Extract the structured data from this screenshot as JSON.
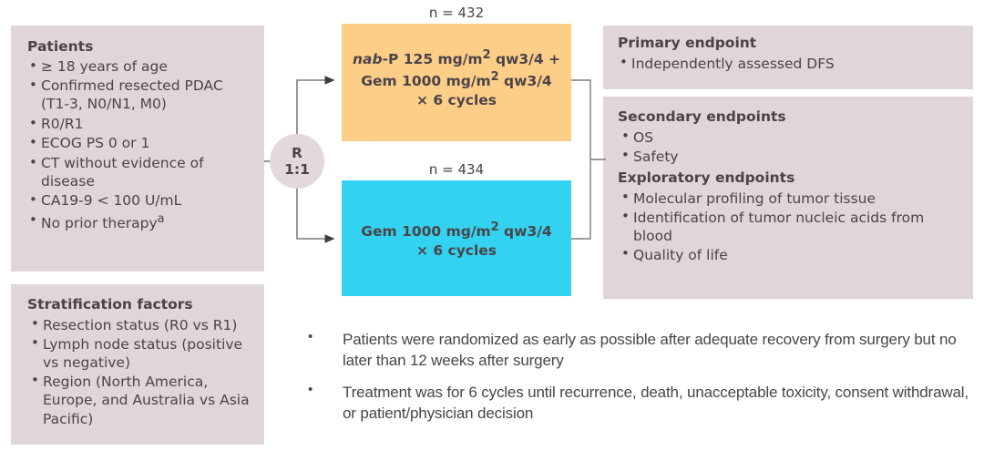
{
  "patients": {
    "title": "Patients",
    "items": [
      "≥ 18 years of age",
      "Confirmed resected PDAC (T1-3, N0/N1, M0)",
      "R0/R1",
      "ECOG PS 0 or 1",
      "CT without evidence of disease",
      "CA19-9 < 100 U/mL",
      "No prior therapy"
    ],
    "footnote_marker": "a"
  },
  "stratification": {
    "title": "Stratification factors",
    "items": [
      "Resection status (R0 vs R1)",
      "Lymph node status (positive vs negative)",
      "Region (North America, Europe, and Australia vs Asia Pacific)"
    ]
  },
  "randomization": {
    "line1": "R",
    "line2": "1:1"
  },
  "arms": [
    {
      "n_label": "n = 432",
      "drug_italic": "nab",
      "line1_rest": "-P 125 mg/m",
      "line1_sup": "2",
      "line1_tail": " qw3/4 +",
      "line2": "Gem 1000 mg/m",
      "line2_sup": "2",
      "line2_tail": " qw3/4",
      "line3": "× 6 cycles",
      "color": "#fcce88"
    },
    {
      "n_label": "n = 434",
      "line1": "Gem 1000 mg/m",
      "line1_sup": "2",
      "line1_tail": " qw3/4",
      "line2": "× 6 cycles",
      "color": "#33d2f0"
    }
  ],
  "endpoints": {
    "primary": {
      "title": "Primary endpoint",
      "items": [
        "Independently assessed DFS"
      ]
    },
    "secondary": {
      "title": "Secondary endpoints",
      "items": [
        "OS",
        "Safety"
      ]
    },
    "exploratory": {
      "title": "Exploratory endpoints",
      "items": [
        "Molecular profiling of tumor tissue",
        "Identification of tumor nucleic acids from blood",
        "Quality of life"
      ]
    }
  },
  "notes": [
    "Patients were randomized as early as possible after adequate recovery from surgery but no later than 12 weeks after surgery",
    "Treatment was for 6 cycles until recurrence, death, unacceptable toxicity, consent withdrawal, or patient/physician decision"
  ],
  "colors": {
    "mauve": "#e0d5da",
    "orange": "#fcce88",
    "cyan": "#33d2f0",
    "text": "#4a4449",
    "connector": "#7d7a7c"
  }
}
